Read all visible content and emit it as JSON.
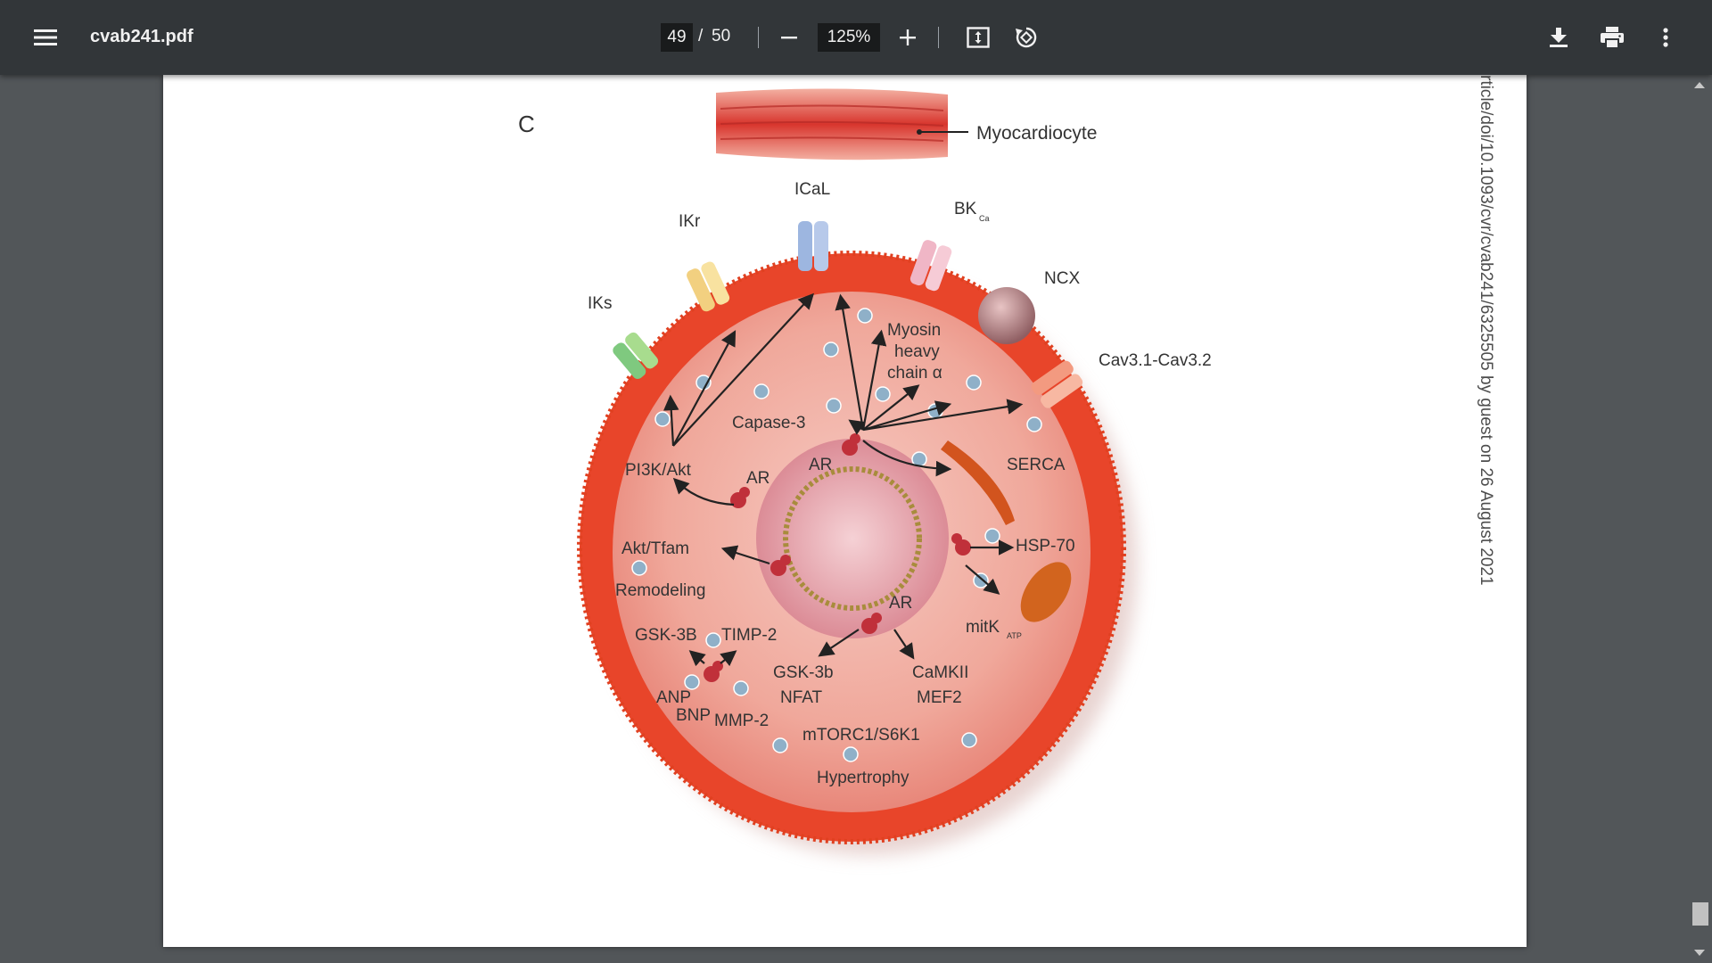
{
  "viewer": {
    "file_name": "cvab241.pdf",
    "current_page": "49",
    "page_separator": "/",
    "total_pages": "50",
    "zoom": "125%"
  },
  "side_text": "rticle/doi/10.1093/cvr/cvab241/6325505 by guest on 26 August 2021",
  "figure": {
    "panel_label": "C",
    "labels": {
      "myocardiocyte": "Myocardiocyte",
      "ical": "ICaL",
      "ikr": "IKr",
      "bk": "BK",
      "bk_sub": "Ca",
      "ncx": "NCX",
      "iks": "IKs",
      "cav": "Cav3.1-Cav3.2",
      "myosin1": "Myosin",
      "myosin2": "heavy",
      "myosin3": "chain α",
      "capase": "Capase-3",
      "pi3k": "PI3K/Akt",
      "ar_left": "AR",
      "ar_top": "AR",
      "ar_bottom": "AR",
      "serca": "SERCA",
      "akt_tfam": "Akt/Tfam",
      "hsp70": "HSP-70",
      "remodeling": "Remodeling",
      "mitk": "mitK",
      "mitk_sub": "ATP",
      "gsk3b_left": "GSK-3B",
      "timp2": "TIMP-2",
      "gsk3b": "GSK-3b",
      "nfat": "NFAT",
      "camkii": "CaMKII",
      "mef2": "MEF2",
      "anp": "ANP",
      "bnp": "BNP",
      "mmp2": "MMP-2",
      "mtorc": "mTORC1/S6K1",
      "hypertrophy": "Hypertrophy"
    }
  },
  "colors": {
    "toolbar_bg": "#323639",
    "viewer_bg": "#525659",
    "membrane": "#e8452a",
    "cytoplasm": "#f3b0a6",
    "nucleus": "#e39aa0"
  }
}
